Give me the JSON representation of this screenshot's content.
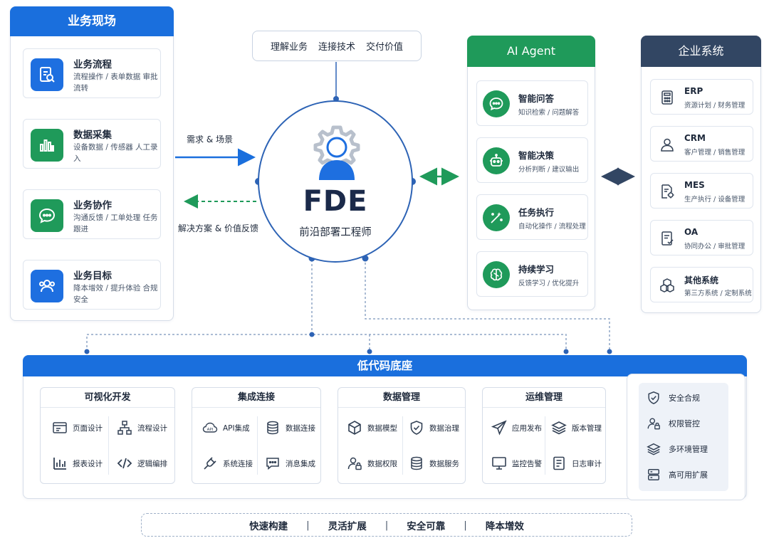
{
  "business_panel": {
    "title": "业务现场",
    "cards": [
      {
        "title": "业务流程",
        "desc": "流程操作 / 表单数据 审批流转",
        "icon": "document-search-icon"
      },
      {
        "title": "数据采集",
        "desc": "设备数据 / 传感器 人工录入",
        "icon": "bar-chart-icon"
      },
      {
        "title": "业务协作",
        "desc": "沟通反馈 / 工单处理 任务跟进",
        "icon": "chat-bubble-icon"
      },
      {
        "title": "业务目标",
        "desc": "降本增效 / 提升体验 合规安全",
        "icon": "users-icon"
      }
    ]
  },
  "top_tags": [
    "理解业务",
    "连接技术",
    "交付价值"
  ],
  "flows": {
    "demand": "需求 & 场景",
    "feedback": "解决方案 & 价值反馈"
  },
  "center": {
    "title": "FDE",
    "subtitle": "前沿部署工程师",
    "icon": "gear-person-icon"
  },
  "agent_panel": {
    "title": "AI Agent",
    "cards": [
      {
        "title": "智能问答",
        "desc": "知识检索 / 问题解答",
        "icon": "chat-icon"
      },
      {
        "title": "智能决策",
        "desc": "分析判断 / 建议输出",
        "icon": "robot-icon"
      },
      {
        "title": "任务执行",
        "desc": "自动化操作 / 流程处理",
        "icon": "magic-wand-icon"
      },
      {
        "title": "持续学习",
        "desc": "反馈学习 / 优化提升",
        "icon": "brain-icon"
      }
    ]
  },
  "enterprise_panel": {
    "title": "企业系统",
    "cards": [
      {
        "title": "ERP",
        "desc": "资源计划 / 财务管理",
        "icon": "calculator-icon"
      },
      {
        "title": "CRM",
        "desc": "客户管理 / 销售管理",
        "icon": "user-icon"
      },
      {
        "title": "MES",
        "desc": "生产执行 / 设备管理",
        "icon": "doc-gear-icon"
      },
      {
        "title": "OA",
        "desc": "协同办公 / 审批管理",
        "icon": "doc-check-icon"
      },
      {
        "title": "其他系统",
        "desc": "第三方系统 / 定制系统",
        "icon": "cubes-icon"
      }
    ]
  },
  "lowcode": {
    "title": "低代码底座",
    "groups": [
      {
        "title": "可视化开发",
        "items": [
          {
            "label": "页面设计",
            "icon": "layout-icon"
          },
          {
            "label": "流程设计",
            "icon": "flow-chart-icon"
          },
          {
            "label": "报表设计",
            "icon": "report-chart-icon"
          },
          {
            "label": "逻辑编排",
            "icon": "code-icon"
          }
        ]
      },
      {
        "title": "集成连接",
        "items": [
          {
            "label": "API集成",
            "icon": "api-cloud-icon"
          },
          {
            "label": "数据连接",
            "icon": "database-icon"
          },
          {
            "label": "系统连接",
            "icon": "plug-icon"
          },
          {
            "label": "消息集成",
            "icon": "message-icon"
          }
        ]
      },
      {
        "title": "数据管理",
        "items": [
          {
            "label": "数据模型",
            "icon": "cube-icon"
          },
          {
            "label": "数据治理",
            "icon": "shield-check-icon"
          },
          {
            "label": "数据权限",
            "icon": "user-lock-icon"
          },
          {
            "label": "数据服务",
            "icon": "database-icon"
          }
        ]
      },
      {
        "title": "运维管理",
        "items": [
          {
            "label": "应用发布",
            "icon": "send-icon"
          },
          {
            "label": "版本管理",
            "icon": "layers-icon"
          },
          {
            "label": "监控告警",
            "icon": "monitor-icon"
          },
          {
            "label": "日志审计",
            "icon": "log-icon"
          }
        ]
      }
    ],
    "side_items": [
      {
        "label": "安全合规",
        "icon": "shield-check-icon"
      },
      {
        "label": "权限管控",
        "icon": "user-lock-icon"
      },
      {
        "label": "多环境管理",
        "icon": "layers-icon"
      },
      {
        "label": "高可用扩展",
        "icon": "server-icon"
      }
    ]
  },
  "bottom_bar": [
    "快速构建",
    "灵活扩展",
    "安全可靠",
    "降本增效"
  ],
  "colors": {
    "primary_blue": "#1a6fdd",
    "agent_green": "#1f9a5a",
    "enterprise_navy": "#324663",
    "line_blue": "#2d63b5"
  }
}
